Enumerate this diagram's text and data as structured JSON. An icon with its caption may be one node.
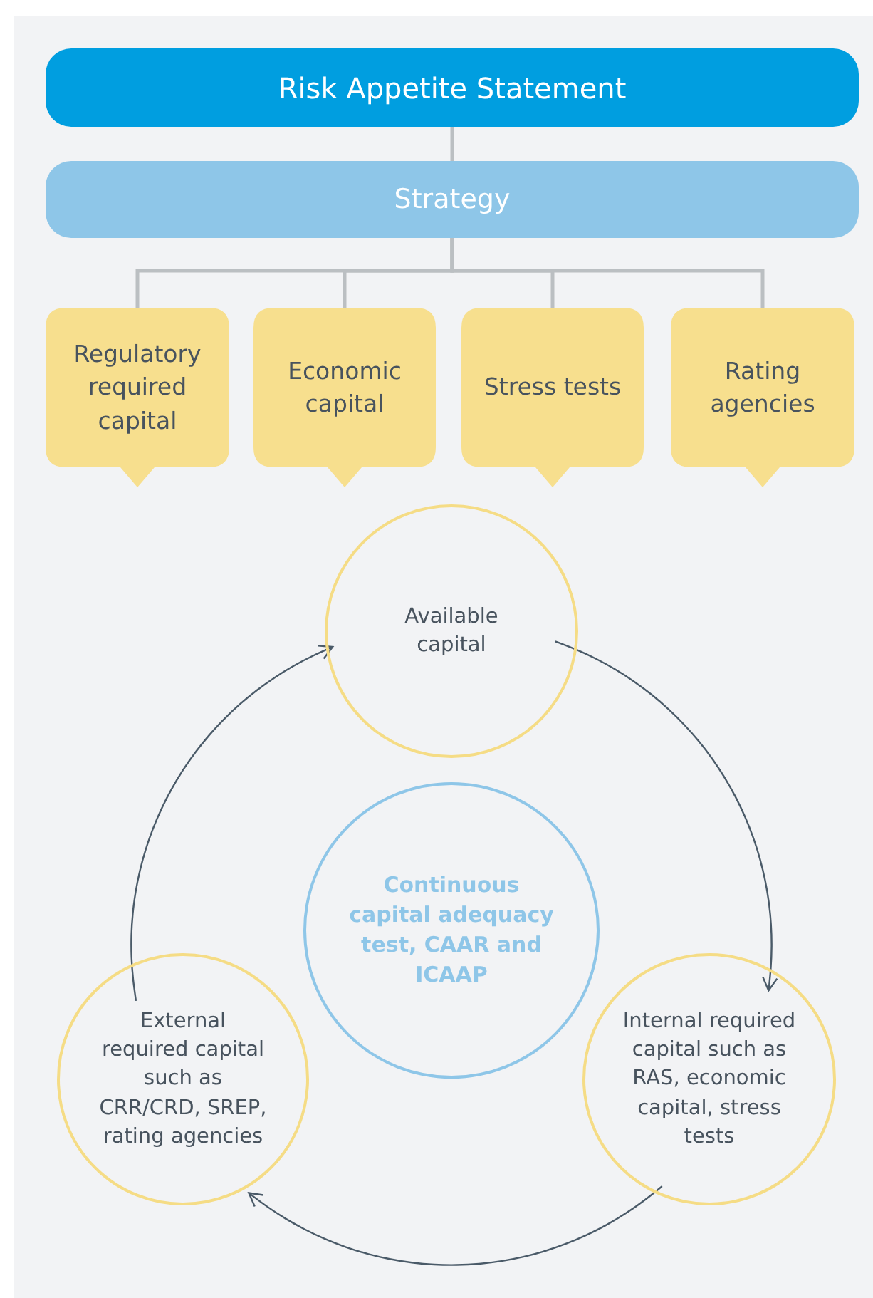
{
  "diagram": {
    "nodes": [
      {
        "text": [
          "Risk Appetite Statement"
        ]
      },
      {
        "text": [
          "Strategy"
        ]
      },
      {
        "text": [
          "Regulatory required capital"
        ]
      },
      {
        "text": [
          "Economic capital"
        ]
      },
      {
        "text": [
          "Stress tests"
        ]
      },
      {
        "text": [
          "Rating agencies"
        ]
      },
      {
        "text": [
          "Available capital"
        ]
      },
      {
        "text": [
          "Continuous capital adequacy test, CAAR and ICAAP"
        ]
      },
      {
        "text": [
          "External required capital such as CRR/CRD, SREP, rating agencies"
        ]
      },
      {
        "text": [
          "Internal required capital such as RAS, economic capital, stress tests"
        ]
      }
    ],
    "edges": [
      {
        "from": 0,
        "to": 1,
        "arrow": "none"
      },
      {
        "from": 1,
        "to": 2,
        "arrow": "none"
      },
      {
        "from": 1,
        "to": 3,
        "arrow": "none"
      },
      {
        "from": 1,
        "to": 4,
        "arrow": "none"
      },
      {
        "from": 1,
        "to": 5,
        "arrow": "none"
      },
      {
        "from": 6,
        "to": 9,
        "arrow": "to",
        "color": "#4a5a68"
      },
      {
        "from": 9,
        "to": 8,
        "arrow": "to",
        "color": "#4a5a68"
      },
      {
        "from": 8,
        "to": 6,
        "arrow": "to",
        "color": "#4a5a68"
      }
    ]
  }
}
